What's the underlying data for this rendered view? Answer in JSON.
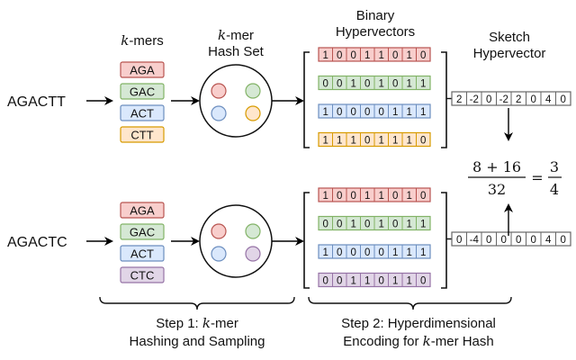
{
  "colors": {
    "red": {
      "fill": "#f8cecc",
      "stroke": "#b85450"
    },
    "green": {
      "fill": "#d5e8d4",
      "stroke": "#82b366"
    },
    "blue": {
      "fill": "#dae8fc",
      "stroke": "#6c8ebf"
    },
    "orange": {
      "fill": "#ffe6cc",
      "stroke": "#d79b00"
    },
    "purple": {
      "fill": "#e1d5e7",
      "stroke": "#9673a6"
    },
    "gray_stroke": "#666666"
  },
  "headers": {
    "kmers": {
      "k": "k",
      "rest": "-mers"
    },
    "hash_set": {
      "k": "k",
      "rest": "-mer",
      "line2": "Hash Set"
    },
    "binary": {
      "line1": "Binary",
      "line2": "Hypervectors"
    },
    "sketch": {
      "line1": "Sketch",
      "line2": "Hypervector"
    }
  },
  "rows": [
    {
      "sequence": "AGACTT",
      "kmers": [
        {
          "label": "AGA",
          "color": "red"
        },
        {
          "label": "GAC",
          "color": "green"
        },
        {
          "label": "ACT",
          "color": "blue"
        },
        {
          "label": "CTT",
          "color": "orange"
        }
      ],
      "hypervectors": [
        {
          "bits": [
            "1",
            "0",
            "0",
            "1",
            "1",
            "0",
            "1",
            "0"
          ],
          "color": "red"
        },
        {
          "bits": [
            "0",
            "0",
            "1",
            "0",
            "1",
            "0",
            "1",
            "1"
          ],
          "color": "green"
        },
        {
          "bits": [
            "1",
            "0",
            "0",
            "0",
            "0",
            "1",
            "1",
            "1"
          ],
          "color": "blue"
        },
        {
          "bits": [
            "1",
            "1",
            "1",
            "0",
            "1",
            "1",
            "1",
            "0"
          ],
          "color": "orange"
        }
      ],
      "sketch": [
        "2",
        "-2",
        "0",
        "-2",
        "2",
        "0",
        "4",
        "0"
      ]
    },
    {
      "sequence": "AGACTC",
      "kmers": [
        {
          "label": "AGA",
          "color": "red"
        },
        {
          "label": "GAC",
          "color": "green"
        },
        {
          "label": "ACT",
          "color": "blue"
        },
        {
          "label": "CTC",
          "color": "purple"
        }
      ],
      "hypervectors": [
        {
          "bits": [
            "1",
            "0",
            "0",
            "1",
            "1",
            "0",
            "1",
            "0"
          ],
          "color": "red"
        },
        {
          "bits": [
            "0",
            "0",
            "1",
            "0",
            "1",
            "0",
            "1",
            "1"
          ],
          "color": "green"
        },
        {
          "bits": [
            "1",
            "0",
            "0",
            "0",
            "0",
            "1",
            "1",
            "1"
          ],
          "color": "blue"
        },
        {
          "bits": [
            "0",
            "0",
            "1",
            "1",
            "0",
            "1",
            "1",
            "0"
          ],
          "color": "purple"
        }
      ],
      "sketch": [
        "0",
        "-4",
        "0",
        "0",
        "0",
        "0",
        "4",
        "0"
      ]
    }
  ],
  "formula": {
    "numerator": "8 + 16",
    "denominator": "32",
    "equals": "=",
    "result_num": "3",
    "result_den": "4"
  },
  "steps": {
    "step1": {
      "prefix": "Step 1: ",
      "k": "k",
      "rest": "-mer",
      "line2": "Hashing and Sampling"
    },
    "step2": {
      "line1": "Step 2: Hyperdimensional",
      "prefix": "Encoding for ",
      "k": "k",
      "rest": "-mer Hash"
    }
  }
}
